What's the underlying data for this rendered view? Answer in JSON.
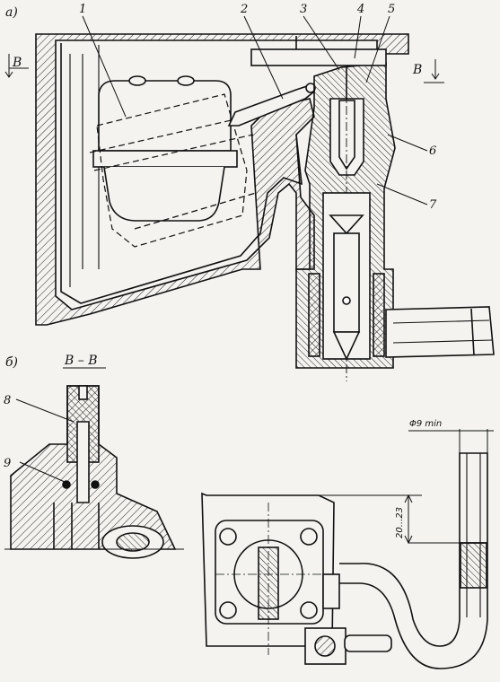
{
  "panel_labels": {
    "a": "a)",
    "b": "б)"
  },
  "section": {
    "arrow_left": "B",
    "arrow_right": "B",
    "title": "B – B"
  },
  "callouts": {
    "c1": "1",
    "c2": "2",
    "c3": "3",
    "c4": "4",
    "c5": "5",
    "c6": "6",
    "c7": "7",
    "c8": "8",
    "c9": "9"
  },
  "dimensions": {
    "diameter": "Φ9 min",
    "level_range": "20...23"
  }
}
